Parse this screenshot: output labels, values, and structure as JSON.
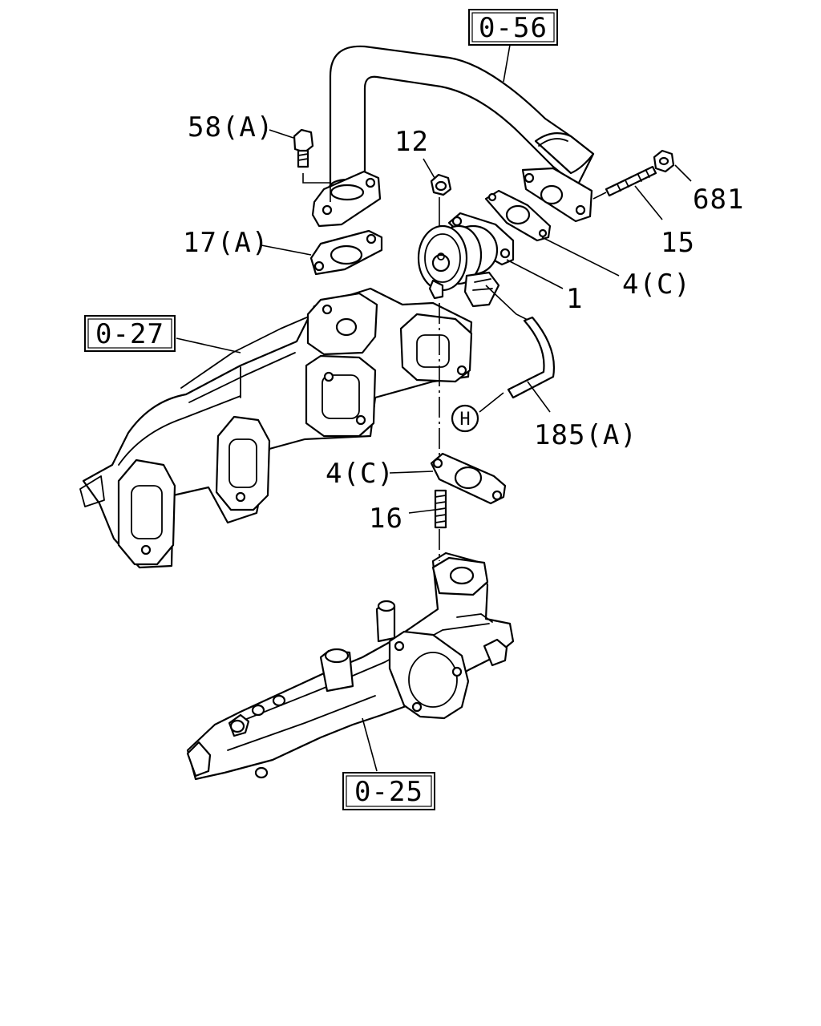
{
  "references": [
    {
      "key": "ref_056",
      "text": "0-56"
    },
    {
      "key": "ref_027",
      "text": "0-27"
    },
    {
      "key": "ref_025",
      "text": "0-25"
    }
  ],
  "callouts": [
    {
      "key": "c_58a",
      "text": "58(A)"
    },
    {
      "key": "c_12",
      "text": "12"
    },
    {
      "key": "c_681",
      "text": "681"
    },
    {
      "key": "c_15",
      "text": "15"
    },
    {
      "key": "c_17a",
      "text": "17(A)"
    },
    {
      "key": "c_4c_top",
      "text": "4(C)"
    },
    {
      "key": "c_1",
      "text": "1"
    },
    {
      "key": "c_185a",
      "text": "185(A)"
    },
    {
      "key": "c_h",
      "text": "H"
    },
    {
      "key": "c_4c_low",
      "text": "4(C)"
    },
    {
      "key": "c_16",
      "text": "16"
    }
  ]
}
